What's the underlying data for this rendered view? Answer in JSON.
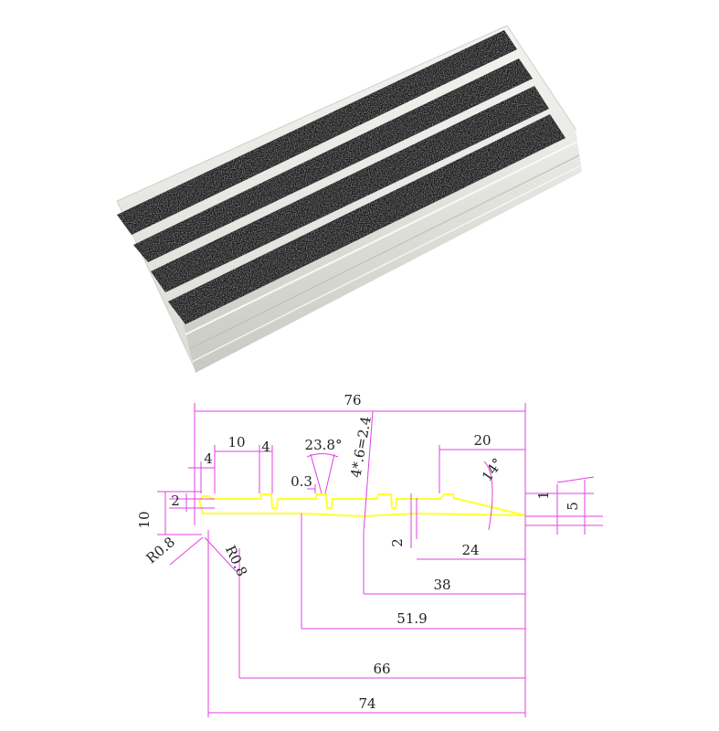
{
  "colors": {
    "background": "#ffffff",
    "dimension_lines": "#e040e0",
    "profile_outline": "#ffff33",
    "label_text": "#222222",
    "grit_strip": "#1c1c1c",
    "aluminium_body": "#e8e8e4",
    "aluminium_nose": "#d9d9d4"
  },
  "photo": {
    "strip_count": 4,
    "icon": "stair-nosing-photo-icon"
  },
  "drawing": {
    "dimensions": {
      "overall_top": "76",
      "groove_width": "10",
      "rib_width": "4",
      "left_rib": "4",
      "groove_angle": "23.8°",
      "slot_note": "4*.6=2.4",
      "nose_top": "20",
      "gap": "0.3",
      "nose_angle": "14°",
      "right_1": "1",
      "right_5": "5",
      "left_2": "2",
      "left_10": "10",
      "radius_left": "R0.8",
      "radius_right": "R0.8",
      "depth_2": "2",
      "nose_bottom": "24",
      "dim_38": "38",
      "dim_51_9": "51.9",
      "dim_66": "66",
      "overall_bottom": "74"
    }
  }
}
